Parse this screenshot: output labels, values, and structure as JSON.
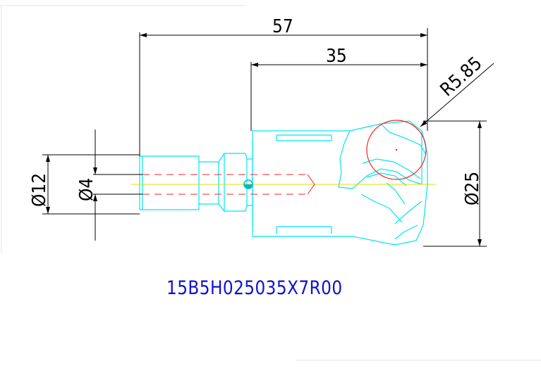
{
  "dimensions": {
    "overall_length": "57",
    "head_length": "35",
    "radius": "R5.85",
    "shank_diameter": "Ø12",
    "bore_diameter": "Ø4",
    "head_diameter": "Ø25"
  },
  "part_code": "15B5H025035X7R00",
  "colors": {
    "outline": "#00e5ee",
    "centerline": "#e0e000",
    "hidden_line": "#ff2020",
    "dimension": "#000000",
    "part_code": "#1010d0"
  }
}
